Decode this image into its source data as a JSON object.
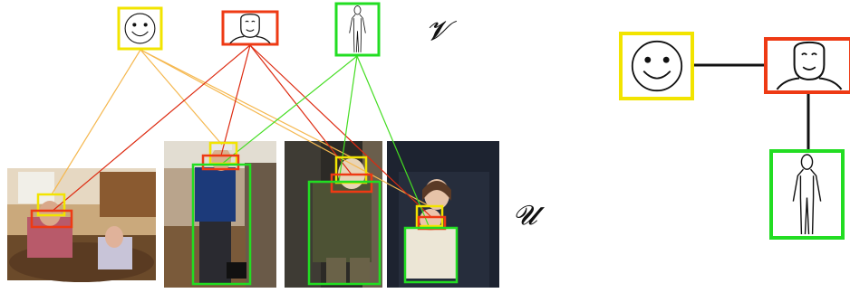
{
  "labels": {
    "part_templates": "𝓥",
    "images": "𝓤"
  },
  "parts": [
    {
      "name": "face",
      "color": "#f2e400",
      "icon": "smiley-face-icon"
    },
    {
      "name": "head",
      "color": "#ee3a14",
      "icon": "head-shoulders-icon"
    },
    {
      "name": "body",
      "color": "#22dd22",
      "icon": "human-figure-icon"
    }
  ],
  "edge_colors": {
    "face": "#f5b850",
    "head": "#dd2a10",
    "body": "#44dd22"
  },
  "photos": [
    {
      "description": "kitchen-photo",
      "tones": [
        "#8a6a45",
        "#c9b28e",
        "#6a4a2e"
      ]
    },
    {
      "description": "restaurant-man-photo",
      "tones": [
        "#b8a590",
        "#1f3c7a",
        "#5a4a3a"
      ]
    },
    {
      "description": "toddler-jacket-photo",
      "tones": [
        "#3c3a33",
        "#55573a",
        "#2a2520"
      ]
    },
    {
      "description": "woman-baby-sofa-photo",
      "tones": [
        "#1a1f2a",
        "#cfc6b4",
        "#3a2e2a"
      ]
    }
  ]
}
